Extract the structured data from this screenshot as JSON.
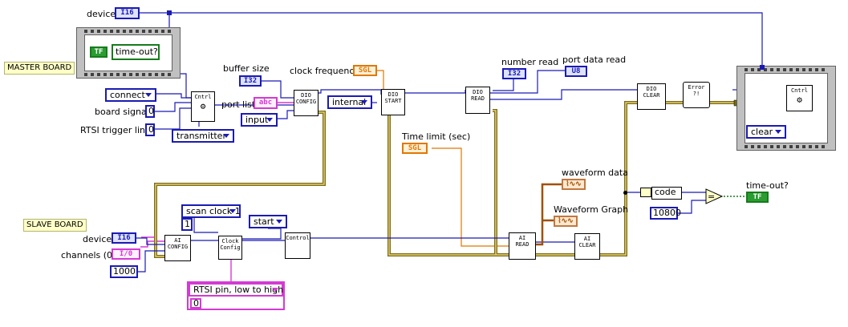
{
  "master_board_label": "MASTER BOARD",
  "slave_board_label": "SLAVE BOARD",
  "master": {
    "device_label": "device",
    "device_type": "I16",
    "timeout_bool_type": "TF",
    "timeout_label": "time-out?",
    "buffer_size_label": "buffer size",
    "buffer_size_type": "I32",
    "clock_freq_label": "clock frequency",
    "clock_freq_type": "SGL",
    "connect_value": "connect",
    "board_signal_label": "board signal",
    "board_signal_value": "0",
    "rtsi_line_label": "RTSI trigger line",
    "rtsi_line_value": "0",
    "transmitter_value": "transmitter",
    "port_list_label": "port list",
    "port_list_type": "abc",
    "input_value": "input",
    "internal_value": "internal",
    "number_read_label": "number read",
    "number_read_type": "I32",
    "port_data_label": "port data read",
    "port_data_type": "U8",
    "time_limit_label": "Time limit (sec)",
    "time_limit_type": "SGL",
    "clear_value": "clear"
  },
  "slave": {
    "device_label": "device",
    "device_type": "I16",
    "channels_label": "channels (0)",
    "channels_type": "I/0",
    "buffer_value": "1000",
    "scan_clock_value": "scan clock 1",
    "scan_clock_index": "1",
    "start_value": "start",
    "rtsi_pin_value": "RTSI pin, low to high",
    "rtsi_pin_index": "0",
    "waveform_data_label": "waveform data",
    "waveform_graph_label": "Waveform Graph",
    "code_label": "code",
    "code_const": "10800",
    "timeout_out_label": "time-out?",
    "timeout_out_type": "TF"
  },
  "nodes": {
    "cntrl1": [
      "Cntrl"
    ],
    "dio_config": [
      "DIO",
      "CONFIG"
    ],
    "dio_start": [
      "DIO",
      "START"
    ],
    "dio_read": [
      "DIO",
      "READ"
    ],
    "dio_clear": [
      "DIO",
      "CLEAR"
    ],
    "error": [
      "Error",
      "?!"
    ],
    "cntrl2": [
      "Cntrl"
    ],
    "ai_config": [
      "AI",
      "CONFIG"
    ],
    "clock_config": [
      "Clock",
      "Config"
    ],
    "control": [
      "Control"
    ],
    "ai_read": [
      "AI",
      "READ"
    ],
    "ai_clear": [
      "AI",
      "CLEAR"
    ]
  },
  "colors": {
    "integer_wire": "#1b1bb4",
    "cluster_wire": "#e3b14f",
    "error_wire": "#c9a23a",
    "float_wire": "#e07800",
    "string_wire": "#d43ad4",
    "bool_wire": "#167c1b",
    "note_background": "#ffffc8"
  }
}
